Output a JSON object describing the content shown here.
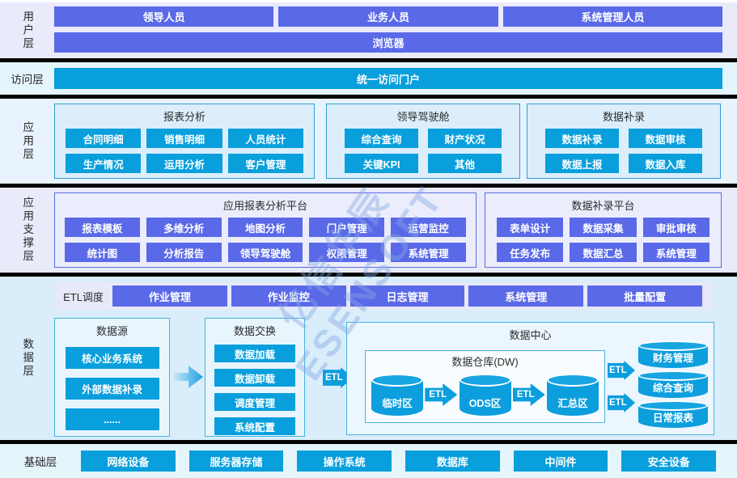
{
  "etl": "ETL",
  "watermark": {
    "line1": "亿信华辰",
    "line2": "ESENSOFT"
  },
  "user": {
    "label": "用户层",
    "roles": [
      "领导人员",
      "业务人员",
      "系统管理人员"
    ],
    "browser": "浏览器"
  },
  "access": {
    "label": "访问层",
    "portal": "统一访问门户"
  },
  "app": {
    "label": "应用层",
    "groups": [
      {
        "title": "报表分析",
        "items": [
          "合同明细",
          "销售明细",
          "人员统计",
          "生产情况",
          "运用分析",
          "客户管理"
        ]
      },
      {
        "title": "领导驾驶舱",
        "items": [
          "综合查询",
          "财产状况",
          "关键KPI",
          "其他"
        ]
      },
      {
        "title": "数据补录",
        "items": [
          "数据补录",
          "数据审核",
          "数据上报",
          "数据入库"
        ]
      }
    ]
  },
  "support": {
    "label": "应用支撑层",
    "groups": [
      {
        "title": "应用报表分析平台",
        "items": [
          "报表模板",
          "多维分析",
          "地图分析",
          "门户管理",
          "运营监控",
          "统计图",
          "分析报告",
          "领导驾驶舱",
          "权限管理",
          "系统管理"
        ]
      },
      {
        "title": "数据补录平台",
        "items": [
          "表单设计",
          "数据采集",
          "审批审核",
          "任务发布",
          "数据汇总",
          "系统管理"
        ]
      }
    ]
  },
  "data_layer": {
    "label": "数据层",
    "etl_row": {
      "label": "ETL调度",
      "items": [
        "作业管理",
        "作业监控",
        "日志管理",
        "系统管理",
        "批量配置"
      ]
    },
    "source": {
      "title": "数据源",
      "items": [
        "核心业务系统",
        "外部数据补录",
        "......"
      ]
    },
    "exchange": {
      "title": "数据交换",
      "items": [
        "数据加载",
        "数据卸载",
        "调度管理",
        "系统配置"
      ]
    },
    "center": {
      "title": "数据中心",
      "dw": {
        "title": "数据仓库(DW)",
        "zones": [
          "临时区",
          "ODS区",
          "汇总区"
        ]
      },
      "outputs": [
        "财务管理",
        "综合查询",
        "日常报表"
      ]
    }
  },
  "base": {
    "label": "基础层",
    "items": [
      "网络设备",
      "服务器存储",
      "操作系统",
      "数据库",
      "中间件",
      "安全设备"
    ]
  },
  "colors": {
    "purple": "#5a69e8",
    "blue": "#089fdc",
    "band_lavender": "#e9eafa",
    "band_cyan": "#e4f5fb",
    "band_data": "#d9edfb"
  }
}
